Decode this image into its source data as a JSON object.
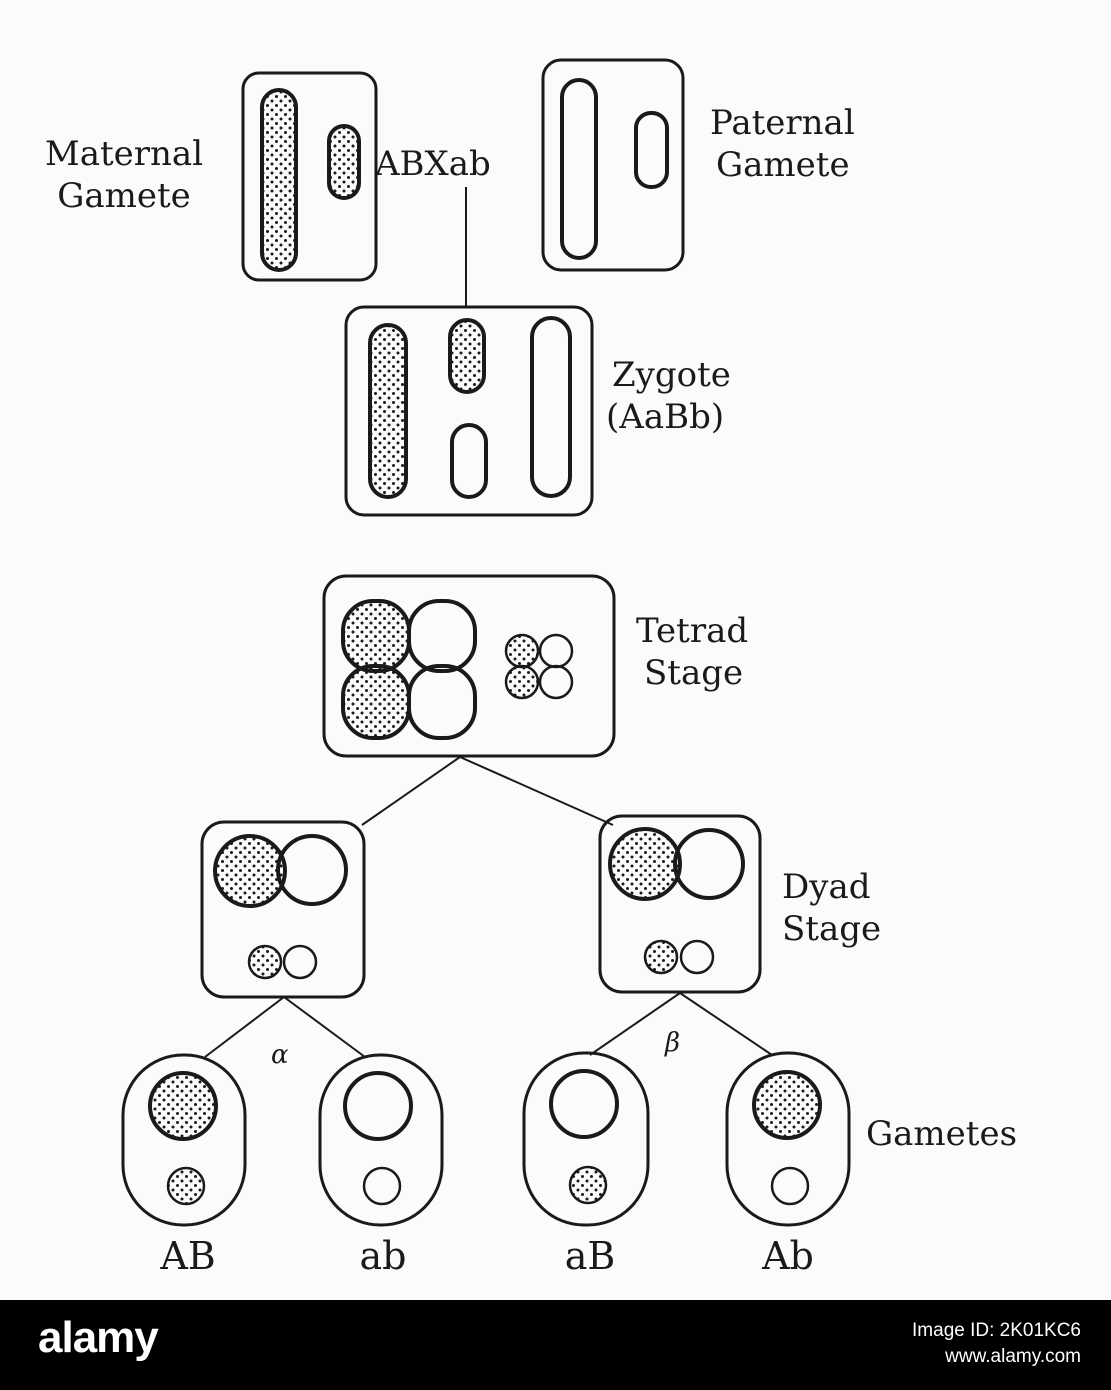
{
  "labels": {
    "maternal_line1": "Maternal",
    "maternal_line2": "Gamete",
    "cross": "ABXab",
    "paternal_line1": "Paternal",
    "paternal_line2": "Gamete",
    "zygote_line1": "Zygote",
    "zygote_line2": "(AaBb)",
    "tetrad_line1": "Tetrad",
    "tetrad_line2": "Stage",
    "dyad_line1": "Dyad",
    "dyad_line2": "Stage",
    "gametes": "Gametes",
    "alpha": "α",
    "beta": "β"
  },
  "gamete_genotypes": [
    "AB",
    "ab",
    "aB",
    "Ab"
  ],
  "stock": {
    "logo": "alamy",
    "image_id_label": "Image ID: 2K01KC6",
    "site": "www.alamy.com"
  },
  "colors": {
    "ink": "#1a1a1a",
    "paper": "#fbfbfb",
    "stock_bar": "#000000"
  }
}
